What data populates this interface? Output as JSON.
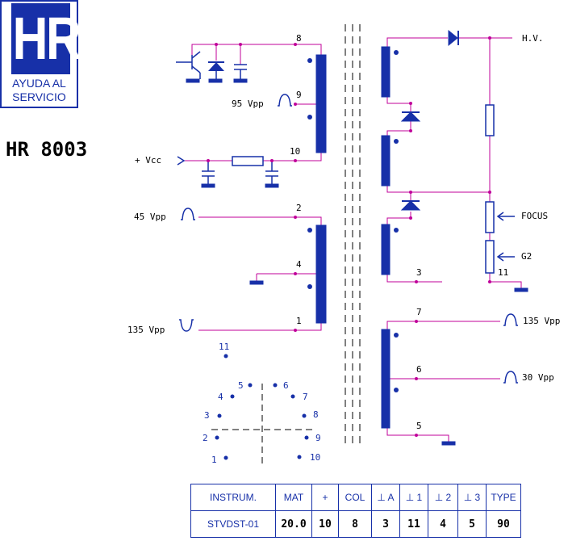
{
  "logo": {
    "letters": "HR",
    "line1": "AYUDA AL",
    "line2": "SERVICIO"
  },
  "model": "HR 8003",
  "colors": {
    "wire": "#c0009a",
    "part": "#1730a8",
    "text": "#000000"
  },
  "left": {
    "vcc": "+ Vcc",
    "w95": "95 Vpp",
    "w45": "45 Vpp",
    "w135": "135 Vpp",
    "pins": {
      "p8": "8",
      "p9": "9",
      "p10": "10",
      "p2": "2",
      "p4": "4",
      "p1": "1"
    }
  },
  "right": {
    "hv": "H.V.",
    "focus": "FOCUS",
    "g2": "G2",
    "w135": "135 Vpp",
    "w30": "30 Vpp",
    "pins": {
      "p3": "3",
      "p11": "11",
      "p7": "7",
      "p6": "6",
      "p5": "5"
    }
  },
  "socket": [
    "1",
    "2",
    "3",
    "4",
    "5",
    "6",
    "7",
    "8",
    "9",
    "10",
    "11"
  ],
  "table": {
    "headers": [
      "INSTRUM.",
      "MAT",
      "+",
      "COL",
      "⊥ A",
      "⊥ 1",
      "⊥ 2",
      "⊥ 3",
      "TYPE"
    ],
    "values": [
      "STVDST-01",
      "20.0",
      "10",
      "8",
      "3",
      "11",
      "4",
      "5",
      "90"
    ]
  }
}
